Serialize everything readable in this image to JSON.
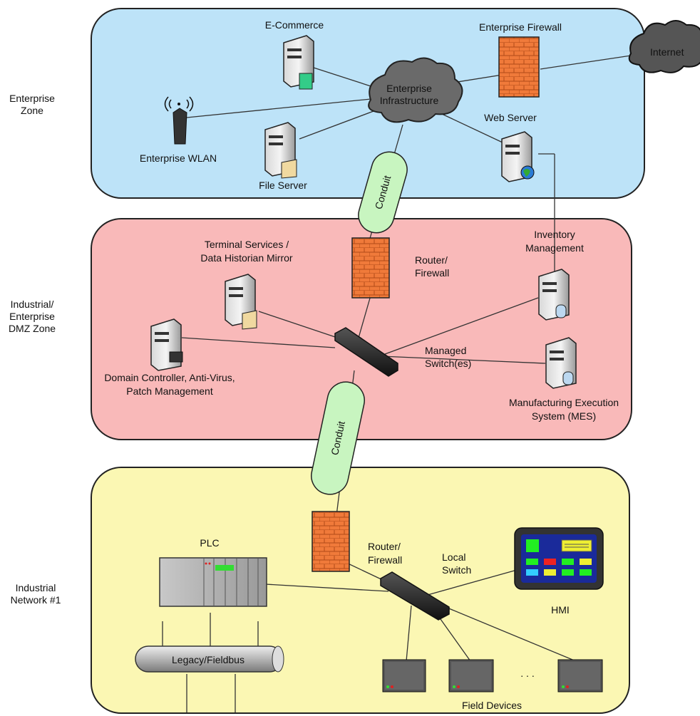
{
  "zones": {
    "enterprise": "Enterprise\nZone",
    "dmz": "Industrial/\nEnterprise\nDMZ Zone",
    "industrial": "Industrial\nNetwork #1"
  },
  "enterprise": {
    "ecommerce": "E-Commerce",
    "firewall": "Enterprise Firewall",
    "internet": "Internet",
    "infrastructure": [
      "Enterprise",
      "Infrastructure"
    ],
    "wlan": "Enterprise WLAN",
    "file_server": "File Server",
    "web_server": "Web Server"
  },
  "conduit": "Conduit",
  "dmz": {
    "terminal": [
      "Terminal Services /",
      "Data Historian Mirror"
    ],
    "router": [
      "Router/",
      "Firewall"
    ],
    "inventory": [
      "Inventory",
      "Management"
    ],
    "domain": [
      "Domain Controller, Anti-Virus,",
      "Patch Management"
    ],
    "switch": [
      "Managed",
      "Switch(es)"
    ],
    "mes": [
      "Manufacturing Execution",
      "System (MES)"
    ]
  },
  "industrial": {
    "plc": "PLC",
    "router": [
      "Router/",
      "Firewall"
    ],
    "switch": [
      "Local",
      "Switch"
    ],
    "hmi": "HMI",
    "fieldbus": "Legacy/Fieldbus",
    "field_devices": "Field Devices",
    "ellipsis": ". . ."
  },
  "colors": {
    "enterprise_zone": "#bde3f8",
    "dmz_zone": "#f9b9b9",
    "industrial_zone": "#fbf7b3",
    "conduit": "#c8f5c0",
    "firewall": "#f07a3a"
  }
}
